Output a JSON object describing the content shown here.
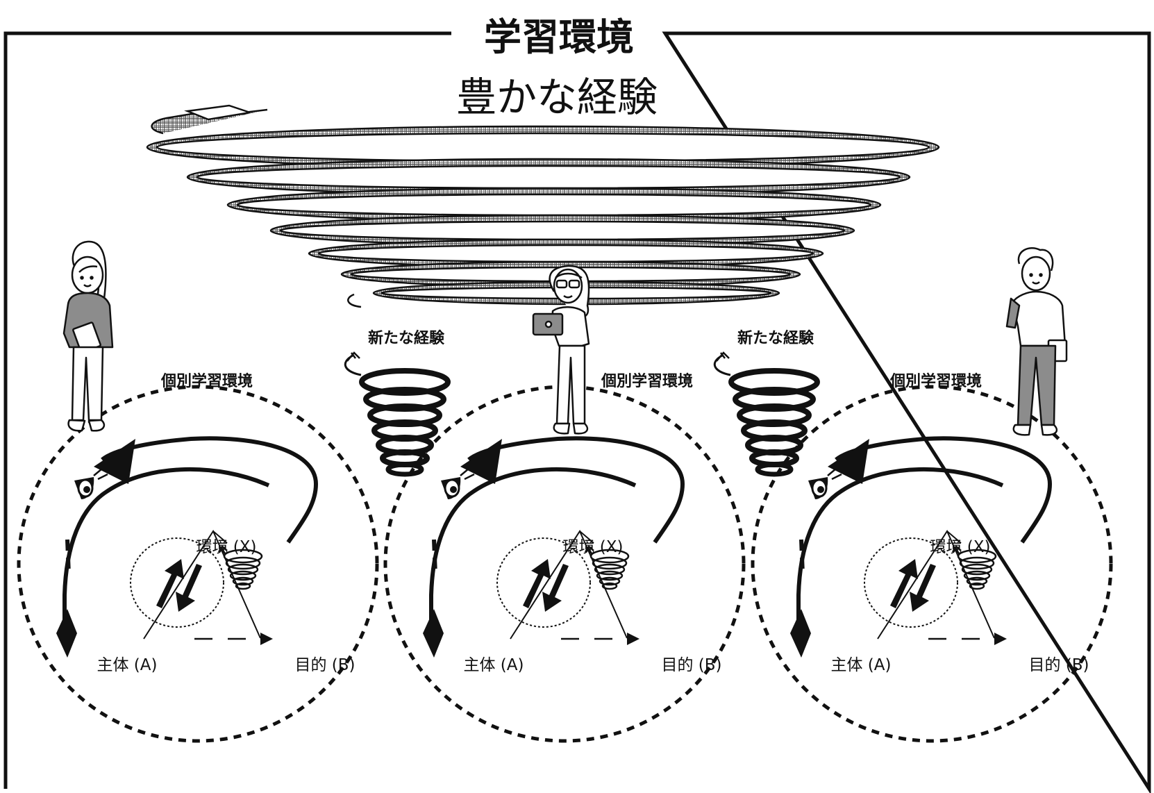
{
  "header": {
    "title": "学習環境",
    "subtitle": "豊かな経験"
  },
  "spiral_label": "新たな経験",
  "panel": {
    "circle_label": "個別学習環境",
    "environment": "環境 (X)",
    "subject": "主体 (A)",
    "goal": "目的 (B)"
  },
  "colors": {
    "ink": "#111111",
    "paper": "#ffffff",
    "shirt": "#8c8c8c",
    "pattern": "#555555"
  }
}
